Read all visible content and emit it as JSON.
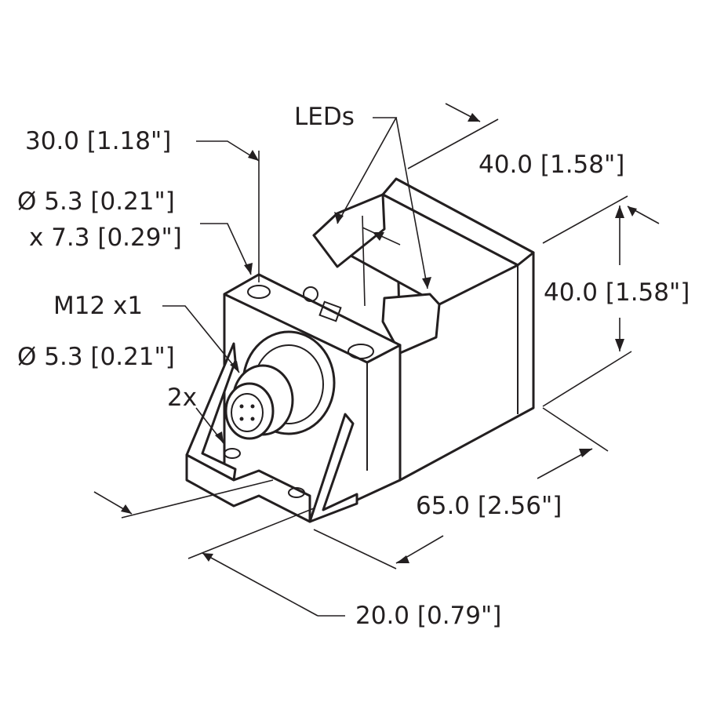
{
  "labels": {
    "leds": "LEDs",
    "depth_top": "40.0 [1.58\"]",
    "height": "40.0 [1.58\"]",
    "bracket_height": "30.0 [1.18\"]",
    "slot_dia": "Ø 5.3 [0.21\"]",
    "slot_len": "x 7.3 [0.29\"]",
    "connector": "M12 x1",
    "hole_dia": "Ø 5.3 [0.21\"]",
    "hole_count": "2x",
    "length": "65.0 [2.56\"]",
    "bracket_depth": "20.0 [0.79\"]"
  }
}
